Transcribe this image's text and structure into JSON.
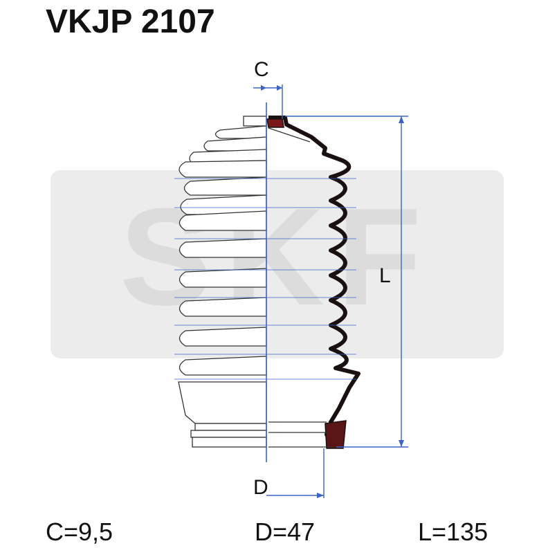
{
  "title": "VKJP 2107",
  "watermark": {
    "text": "SKF",
    "color": "#e3e3e3"
  },
  "dimension_labels": {
    "c": "C",
    "d": "D",
    "l": "L"
  },
  "specs": {
    "c": "C=9,5",
    "d": "D=47",
    "l": "L=135"
  },
  "colors": {
    "outline": "#333333",
    "dimension_lines": "#3a63c7",
    "profile": "#1a1010",
    "profile_fill": "#7a1a1a"
  }
}
